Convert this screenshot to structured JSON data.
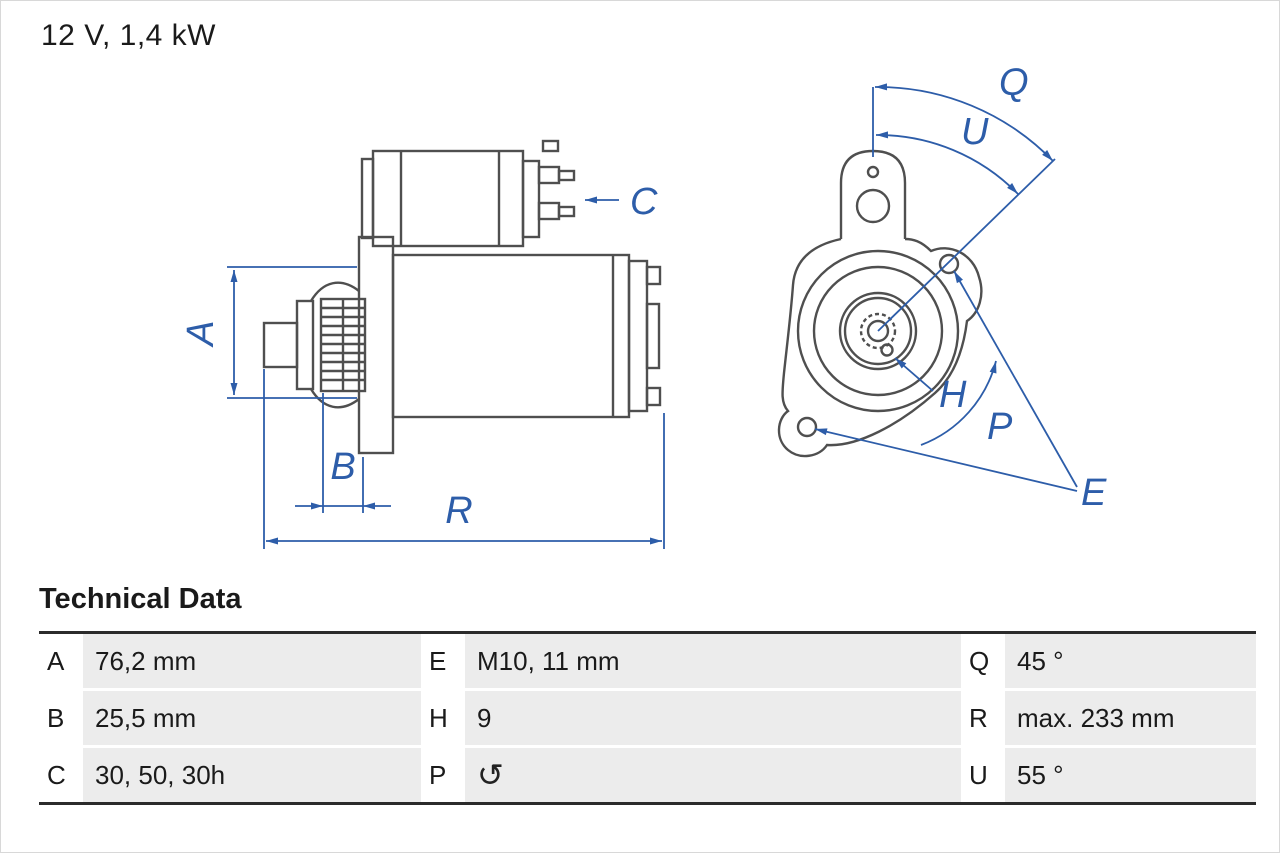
{
  "title": "12 V, 1,4 kW",
  "section": {
    "heading": "Technical Data"
  },
  "colors": {
    "accent_blue": "#2d5da9",
    "drawing_gray": "#4f4f4f",
    "text_dark": "#1a1a1a",
    "cell_shade": "#ececec"
  },
  "diagram": {
    "labels": {
      "A": "A",
      "B": "B",
      "C": "C",
      "R": "R",
      "Q": "Q",
      "U": "U",
      "H": "H",
      "P": "P",
      "E": "E"
    }
  },
  "table": {
    "p_icon": {
      "name": "rotation-ccw-icon",
      "glyph": "↺"
    },
    "rows": [
      [
        {
          "key": "A",
          "value": "76,2 mm"
        },
        {
          "key": "E",
          "value": "M10, 11 mm"
        },
        {
          "key": "Q",
          "value": "45 °"
        }
      ],
      [
        {
          "key": "B",
          "value": "25,5 mm"
        },
        {
          "key": "H",
          "value": "9"
        },
        {
          "key": "R",
          "value": "max. 233 mm"
        }
      ],
      [
        {
          "key": "C",
          "value": "30, 50, 30h"
        },
        {
          "key": "P",
          "value": ""
        },
        {
          "key": "U",
          "value": "55 °"
        }
      ]
    ]
  }
}
